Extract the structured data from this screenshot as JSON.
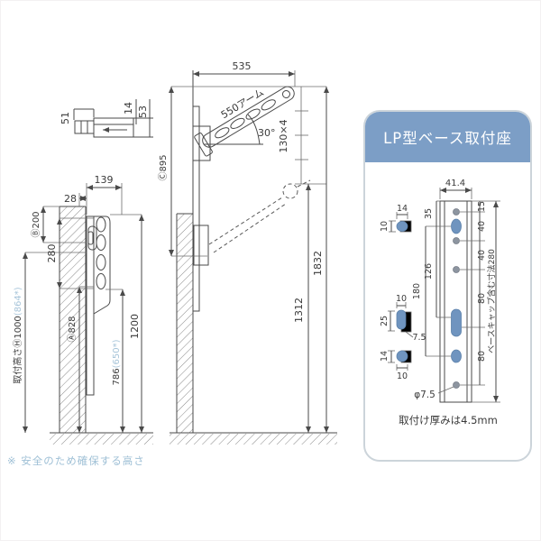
{
  "colors": {
    "header_blue": "#7c9ec6",
    "hole_blue": "#6f94bf",
    "small_hole_gray": "#8d95a0",
    "light_blue_text": "#a6c4d9",
    "line": "#4a4a4a"
  },
  "main": {
    "profile": {
      "h51": "51",
      "t14": "14",
      "t53": "53"
    },
    "side": {
      "w139": "139",
      "w28": "28",
      "b200": "Ⓑ200",
      "s280": "280",
      "a828": "Ⓐ828",
      "mount_height": "取付高さⒽ1000",
      "mount_height_alt": "(864*)",
      "h786": "786",
      "h786_alt": "(650*)",
      "h1200": "1200"
    },
    "front": {
      "w535": "535",
      "arm": "550アーム",
      "angle": "30°",
      "hooks": "130×4",
      "c895": "Ⓒ895",
      "h1832": "1832",
      "h1312": "1312"
    },
    "note": "※ 安全のため確保する高さ"
  },
  "panel": {
    "title": "LP型ベース取付座",
    "plate": {
      "w414": "41.4",
      "l35": "35",
      "l126": "126",
      "l180": "180",
      "r15": "15",
      "r40a": "40",
      "r40b": "40",
      "r80a": "80",
      "r80b": "80",
      "overall": "ベースキャップ含む寸法280",
      "dia": "φ7.5",
      "note": "取付け厚みは4.5mm",
      "top_hole": {
        "w": "14",
        "h": "10"
      },
      "mid_hole": {
        "w": "10",
        "l": "25",
        "off": "7.5"
      },
      "bot_hole": {
        "h": "14",
        "w": "10"
      }
    }
  }
}
